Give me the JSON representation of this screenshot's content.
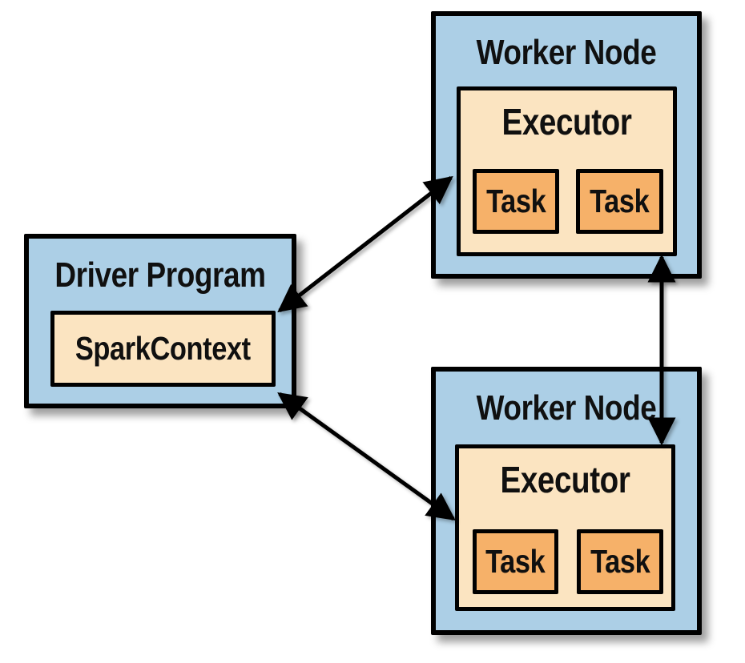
{
  "diagram": {
    "type": "cluster-architecture-diagram",
    "background": "#ffffff",
    "colors": {
      "node_fill": "#accfe6",
      "inner_fill": "#fbe4c1",
      "task_fill": "#f6b169",
      "border": "#000000",
      "arrow": "#000000",
      "text": "#101010"
    },
    "driver": {
      "label": "Driver Program",
      "context_label": "SparkContext"
    },
    "workers": [
      {
        "label": "Worker Node",
        "executor_label": "Executor",
        "tasks": [
          "Task",
          "Task"
        ]
      },
      {
        "label": "Worker Node",
        "executor_label": "Executor",
        "tasks": [
          "Task",
          "Task"
        ]
      }
    ],
    "edges": [
      {
        "from": "driver-program",
        "to": "worker-node-1",
        "style": "bidirectional-arrow"
      },
      {
        "from": "driver-program",
        "to": "worker-node-2",
        "style": "bidirectional-arrow"
      },
      {
        "from": "worker-node-1",
        "to": "worker-node-2",
        "style": "bidirectional-arrow"
      }
    ]
  }
}
